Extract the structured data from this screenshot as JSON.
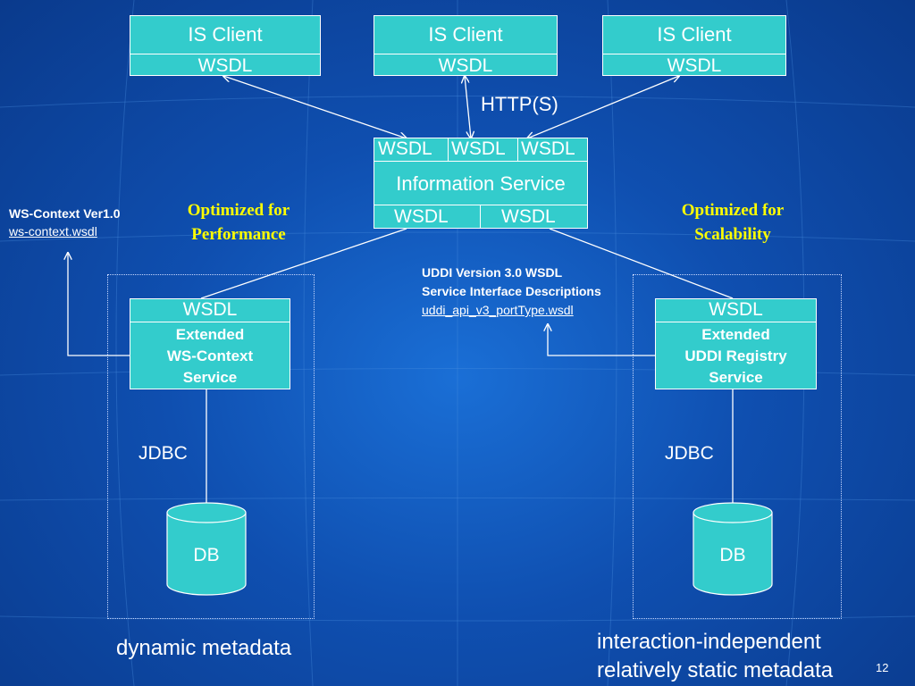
{
  "clients": [
    {
      "name": "IS Client",
      "iface": "WSDL"
    },
    {
      "name": "IS Client",
      "iface": "WSDL"
    },
    {
      "name": "IS Client",
      "iface": "WSDL"
    }
  ],
  "protocol": "HTTP(S)",
  "info_service": {
    "top_ifaces": [
      "WSDL",
      "WSDL",
      "WSDL"
    ],
    "name": "Information Service",
    "bottom_ifaces": [
      "WSDL",
      "WSDL"
    ]
  },
  "left_note": {
    "title": "WS-Context Ver1.0",
    "link": "ws-context.wsdl"
  },
  "left_opt": [
    "Optimized for",
    "Performance"
  ],
  "right_opt": [
    "Optimized for",
    "Scalability"
  ],
  "uddi_note": {
    "line1": "UDDI Version 3.0 WSDL",
    "line2": "Service Interface Descriptions",
    "link": "uddi_api_v3_portType.wsdl"
  },
  "left_service": {
    "iface": "WSDL",
    "lines": [
      "Extended",
      "WS-Context",
      "Service"
    ]
  },
  "right_service": {
    "iface": "WSDL",
    "lines": [
      "Extended",
      "UDDI Registry",
      "Service"
    ]
  },
  "left_jdbc": "JDBC",
  "right_jdbc": "JDBC",
  "left_db": "DB",
  "right_db": "DB",
  "left_caption": "dynamic metadata",
  "right_caption": [
    "interaction-independent",
    "relatively static metadata"
  ],
  "page_number": "12",
  "colors": {
    "box": "#33cccc",
    "accent_text": "#ffff00",
    "background": "#0f4fb0"
  }
}
